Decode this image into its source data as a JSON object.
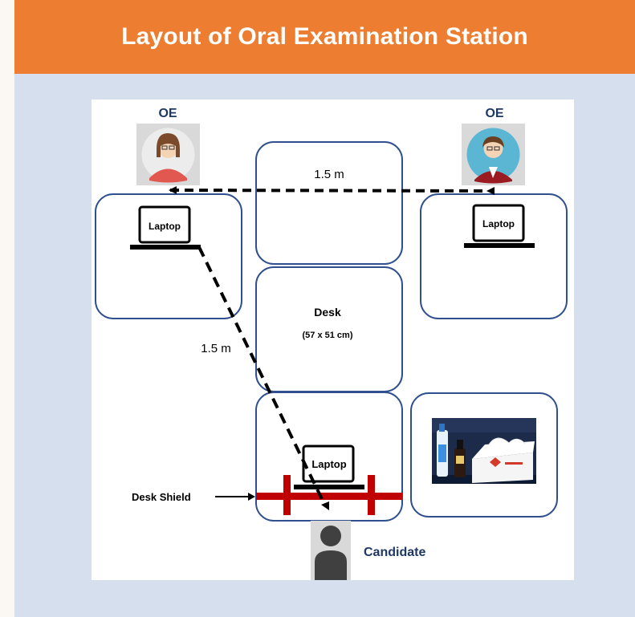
{
  "header": {
    "title": "Layout of Oral Examination Station"
  },
  "diagram": {
    "examiner_left_label": "OE",
    "examiner_right_label": "OE",
    "laptop_left_label": "Laptop",
    "laptop_right_label": "Laptop",
    "laptop_candidate_label": "Laptop",
    "desk_label": "Desk",
    "desk_size": "(57 x 51 cm)",
    "distance_top": "1.5 m",
    "distance_diag": "1.5 m",
    "desk_shield_label": "Desk Shield",
    "candidate_label": "Candidate"
  },
  "colors": {
    "header_bg": "#ed7d31",
    "panel_bg": "#d5dfee",
    "desk_border": "#2f4f8f",
    "shield": "#c00000",
    "label_navy": "#1f3864"
  }
}
